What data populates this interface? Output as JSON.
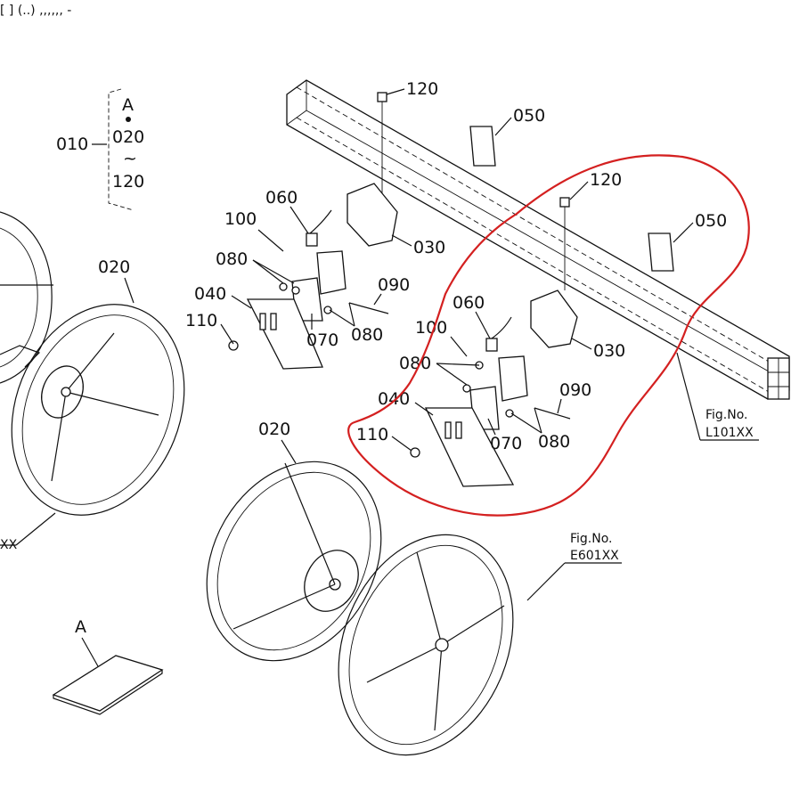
{
  "header_text": "[ ] (..) ,,,,,, -",
  "legend": {
    "marker": "A",
    "group": "010",
    "from": "020",
    "tilde": "~",
    "to": "120"
  },
  "callouts": {
    "upper_left": {
      "p120": "120",
      "p050": "050",
      "p060": "060",
      "p100": "100",
      "p080a": "080",
      "p030": "030",
      "p090": "090",
      "p040": "040",
      "p110": "110",
      "p070": "070",
      "p080b": "080"
    },
    "highlighted": {
      "p120": "120",
      "p050": "050",
      "p060": "060",
      "p100": "100",
      "p080a": "080",
      "p030": "030",
      "p090": "090",
      "p040": "040",
      "p110": "110",
      "p070": "070",
      "p080b": "080"
    },
    "wheels": {
      "left": "020",
      "center": "020"
    }
  },
  "fig_refs": {
    "frame": {
      "label": "Fig.No.",
      "code": "L101XX"
    },
    "wheel": {
      "label": "Fig.No.",
      "code": "E601XX"
    },
    "cut_code": "XX"
  },
  "doc_marker": "A",
  "highlight_color": "#d42020"
}
